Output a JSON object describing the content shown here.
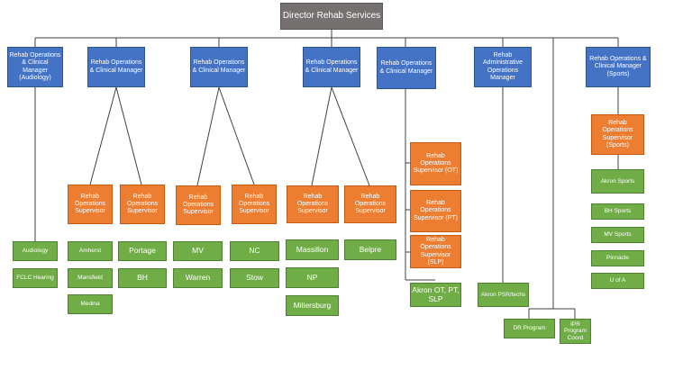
{
  "colors": {
    "director": "#767171",
    "manager": "#4472c4",
    "supervisor": "#ed7d31",
    "unit": "#70ad47",
    "connector": "#404040"
  },
  "director": "Director Rehab Services",
  "managers": [
    "Rehab Operations & Clinical Manager (Audiology)",
    "Rehab Operations & Clinical Manager",
    "Rehab Operations & Clinical Manager",
    "Rehab Operations & Clinical Manager",
    "Rehab Operations & Clinical Manager",
    "Rehab Administrative Operations Manager",
    "Rehab Operations & Clinical Manager (Sports)"
  ],
  "supervisors": [
    "Rehab Operations Supervisor",
    "Rehab Operations Supervisor",
    "Rehab Operations Supervisor",
    "Rehab Operations Supervisor",
    "Rehab Operations Supervisor",
    "Rehab Operations Supervisor",
    "Rehab Operations Supervisor (OT)",
    "Rehab Operations Supervisor (PT)",
    "Rehab Operations Supervisor (SLP)",
    "Rehab Operations Supervisor (Sports)"
  ],
  "units": [
    "Audiology",
    "FCLC Hearing",
    "Amherst",
    "Mansfield",
    "Medina",
    "Portage",
    "BH",
    "MV",
    "Warren",
    "NC",
    "Stow",
    "Massillon",
    "NP",
    "Millersburg",
    "Belpre",
    "Akron OT, PT, SLP",
    "Akron PSR/techs",
    "DR Program",
    "IPR Program Coord",
    "Akron Sports",
    "BH Sports",
    "MV Sports",
    "Pinnacle",
    "U of A"
  ]
}
